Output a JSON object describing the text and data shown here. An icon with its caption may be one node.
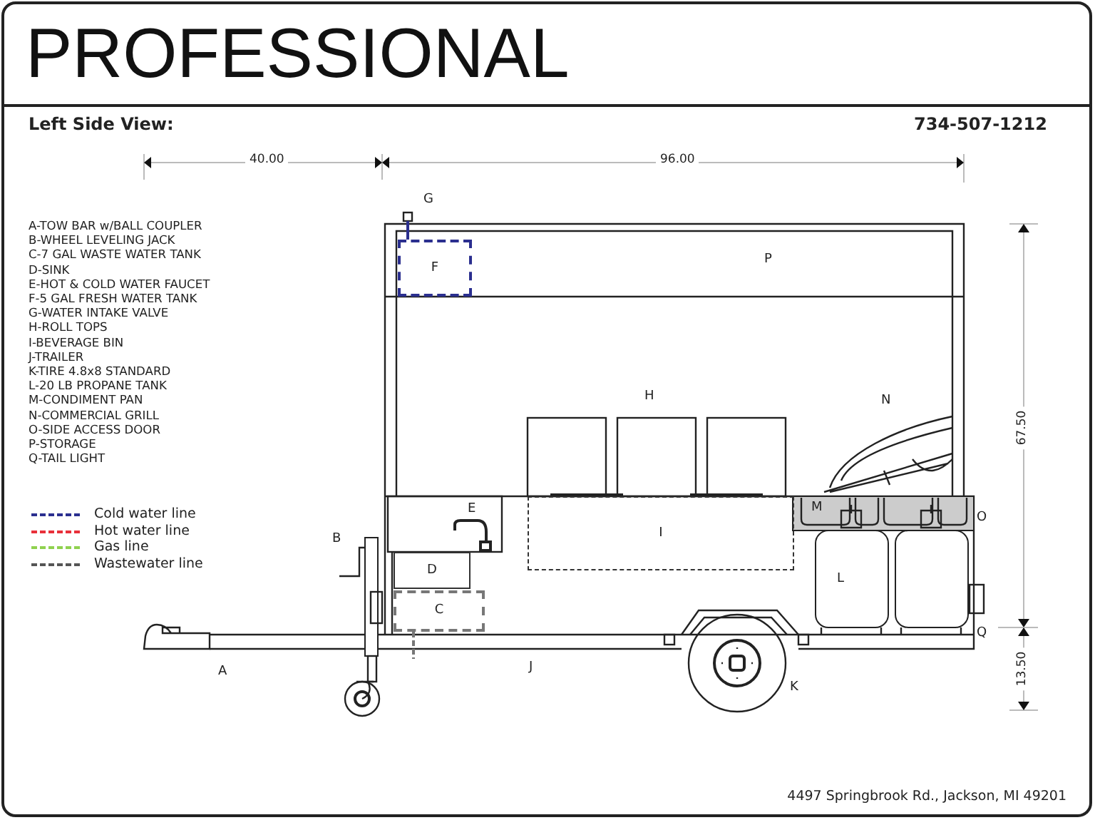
{
  "diagram": {
    "title": "PROFESSIONAL",
    "nodes": [
      {
        "text": [
          "F"
        ]
      },
      {
        "text": [
          "I"
        ]
      },
      {
        "text": [
          "D"
        ]
      },
      {
        "text": [
          "C"
        ]
      }
    ],
    "labels": [
      "Left Side View:",
      "734-507-1212",
      "40.00",
      "96.00",
      "A-TOW BAR w/BALL COUPLER",
      "B-WHEEL LEVELING JACK",
      "C-7 GAL WASTE WATER TANK",
      "D-SINK",
      "E-HOT & COLD WATER FAUCET",
      "F-5 GAL FRESH WATER TANK",
      "G-WATER INTAKE VALVE",
      "H-ROLL TOPS",
      "I-BEVERAGE BIN",
      "J-TRAILER",
      "K-TIRE 4.8x8 STANDARD",
      "L-20 LB PROPANE TANK",
      "M-CONDIMENT PAN",
      "N-COMMERCIAL GRILL",
      "O-SIDE ACCESS DOOR",
      "P-STORAGE",
      "Q-TAIL LIGHT",
      "G",
      "P",
      "H",
      "N",
      "67.50",
      "E",
      "M",
      "O",
      "B",
      "L",
      "Q",
      "13.50",
      "A",
      "J",
      "K",
      "4497 Springbrook Rd., Jackson, MI  49201"
    ],
    "legend": [
      {
        "text": "Cold water line",
        "color": "#2b2f8f"
      },
      {
        "text": "Hot water line",
        "color": "#e8303a"
      },
      {
        "text": "Gas line",
        "color": "#8fd14f"
      },
      {
        "text": "Wastewater line",
        "color": "#555555"
      }
    ]
  }
}
